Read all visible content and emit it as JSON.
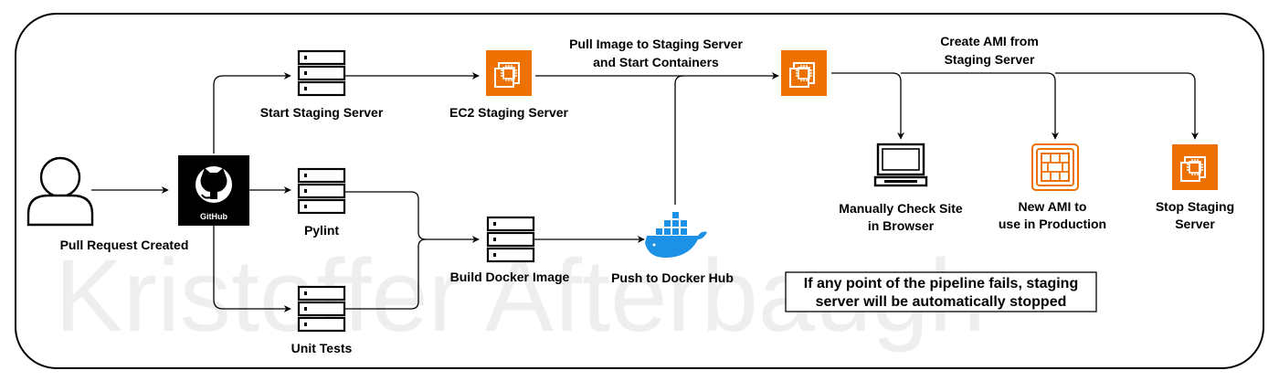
{
  "diagram": {
    "nodes": {
      "user": {
        "label": "Pull Request Created",
        "icon": "user-icon"
      },
      "github": {
        "label": "GitHub",
        "icon": "github-icon"
      },
      "start_staging": {
        "label": "Start Staging Server",
        "icon": "server-icon"
      },
      "pylint": {
        "label": "Pylint",
        "icon": "server-icon"
      },
      "unit_tests": {
        "label": "Unit Tests",
        "icon": "server-icon"
      },
      "ec2_staging": {
        "label": "EC2 Staging Server",
        "icon": "ec2-instance-icon"
      },
      "build_docker": {
        "label": "Build Docker Image",
        "icon": "server-icon"
      },
      "push_docker": {
        "label": "Push to Docker Hub",
        "icon": "docker-icon"
      },
      "ec2_pulled": {
        "label": "",
        "icon": "ec2-instance-icon"
      },
      "check_browser": {
        "label_line1": "Manually Check Site",
        "label_line2": "in Browser",
        "icon": "monitor-icon"
      },
      "new_ami": {
        "label_line1": "New AMI to",
        "label_line2": "use in Production",
        "icon": "ami-icon"
      },
      "stop_staging": {
        "label_line1": "Stop Staging",
        "label_line2": "Server",
        "icon": "ec2-instance-icon"
      }
    },
    "edge_labels": {
      "pull_image_line1": "Pull Image to Staging Server",
      "pull_image_line2": "and Start Containers",
      "create_ami_line1": "Create AMI from",
      "create_ami_line2": "Staging Server"
    },
    "note": {
      "line1": "If any point of the pipeline fails, staging",
      "line2": "server will be automatically stopped"
    },
    "watermark": "Kristoffer Afterbaugh",
    "colors": {
      "aws_orange": "#ED7100",
      "docker_blue": "#1D91E6",
      "line": "#000000"
    }
  }
}
